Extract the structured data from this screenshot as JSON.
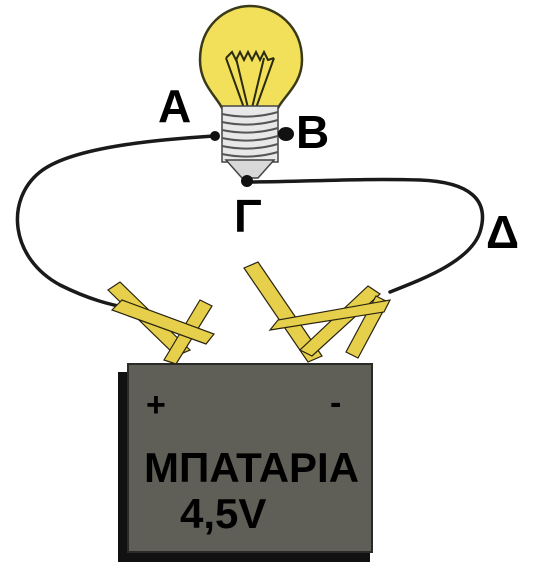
{
  "labels": {
    "A": "Α",
    "B": "Β",
    "G": "Γ",
    "D": "Δ"
  },
  "battery": {
    "plus": "+",
    "minus": "-",
    "name": "ΜΠΑΤΑΡΙΑ",
    "voltage": "4,5V"
  },
  "colors": {
    "bulb_glass": "#f2e05a",
    "bulb_outline": "#3a3a1a",
    "wire": "#1a1a1a",
    "terminal_strip": "#e6cf4a",
    "battery_body": "#5f5f57",
    "battery_shadow": "#101010"
  }
}
